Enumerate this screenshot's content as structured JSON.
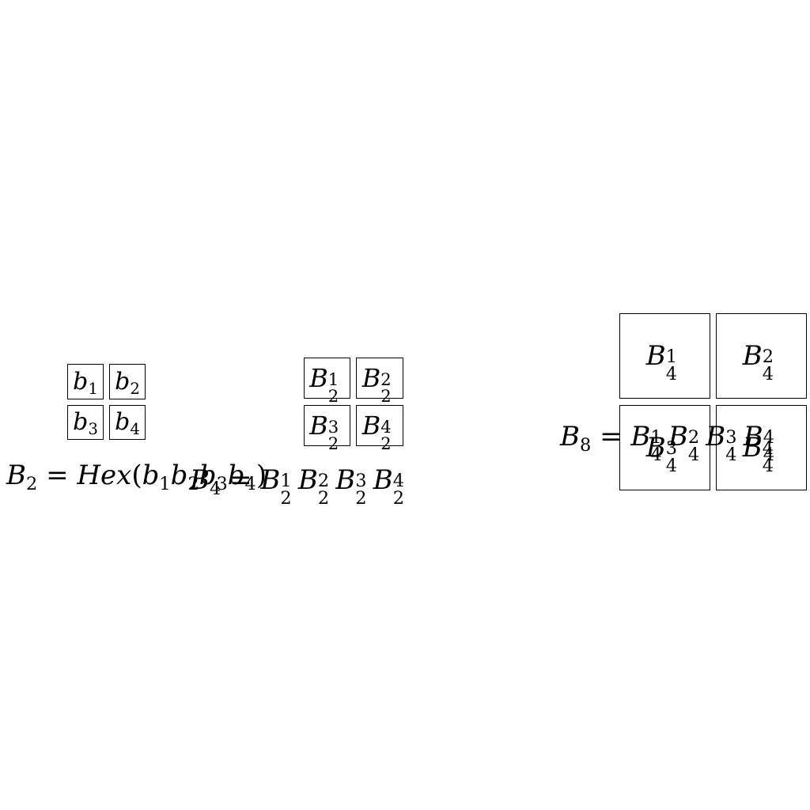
{
  "level1": {
    "cells": [
      {
        "base": "b",
        "sub": "1"
      },
      {
        "base": "b",
        "sub": "2"
      },
      {
        "base": "b",
        "sub": "3"
      },
      {
        "base": "b",
        "sub": "4"
      }
    ],
    "caption": {
      "lhs_base": "B",
      "lhs_sub": "2",
      "eq": "=",
      "func": "Hex",
      "open": "(",
      "close": ")",
      "args": [
        {
          "base": "b",
          "sub": "1"
        },
        {
          "base": "b",
          "sub": "2"
        },
        {
          "base": "b",
          "sub": "3"
        },
        {
          "base": "b",
          "sub": "4"
        }
      ]
    }
  },
  "level2": {
    "cells": [
      {
        "base": "B",
        "sup": "1",
        "sub": "2"
      },
      {
        "base": "B",
        "sup": "2",
        "sub": "2"
      },
      {
        "base": "B",
        "sup": "3",
        "sub": "2"
      },
      {
        "base": "B",
        "sup": "4",
        "sub": "2"
      }
    ],
    "caption": {
      "lhs_base": "B",
      "lhs_sub": "4",
      "eq": "=",
      "terms": [
        {
          "base": "B",
          "sup": "1",
          "sub": "2"
        },
        {
          "base": "B",
          "sup": "2",
          "sub": "2"
        },
        {
          "base": "B",
          "sup": "3",
          "sub": "2"
        },
        {
          "base": "B",
          "sup": "4",
          "sub": "2"
        }
      ]
    }
  },
  "level3": {
    "cells": [
      {
        "base": "B",
        "sup": "1",
        "sub": "4"
      },
      {
        "base": "B",
        "sup": "2",
        "sub": "4"
      },
      {
        "base": "B",
        "sup": "3",
        "sub": "4"
      },
      {
        "base": "B",
        "sup": "4",
        "sub": "4"
      }
    ],
    "caption": {
      "lhs_base": "B",
      "lhs_sub": "8",
      "eq": "=",
      "terms": [
        {
          "base": "B",
          "sup": "1",
          "sub": "4"
        },
        {
          "base": "B",
          "sup": "2",
          "sub": "4"
        },
        {
          "base": "B",
          "sup": "3",
          "sub": "4"
        },
        {
          "base": "B",
          "sup": "4",
          "sub": "4"
        }
      ]
    }
  }
}
